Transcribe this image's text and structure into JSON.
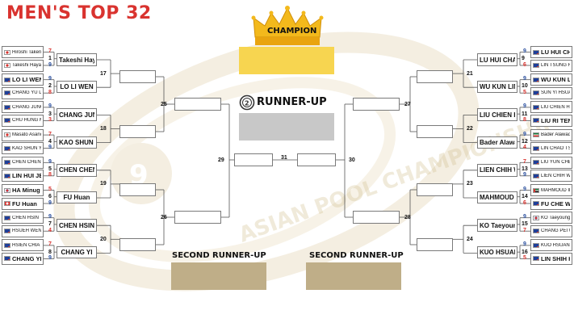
{
  "title": "MEN'S TOP 32",
  "labels": {
    "champion": "CHAMPION",
    "runner_up": "RUNNER-UP",
    "second_runner_up_left": "SECOND RUNNER-UP",
    "second_runner_up_right": "SECOND RUNNER-UP",
    "runner_up_medal": "2"
  },
  "watermark": "ASIAN POOL CHAMPIONSHIP",
  "colors": {
    "title_red": "#d9332f",
    "champion_gold": "#f7d550",
    "runner_up_silver": "#c8c8c8",
    "second_bronze": "#bfae88",
    "score_red": "#d9332f",
    "score_blue": "#2a4f9e"
  },
  "left_r32": [
    {
      "name": "Hiroshi Takenaka",
      "score": "7",
      "flag": "JP"
    },
    {
      "name": "Takeshi Hayashi",
      "score": "9",
      "flag": "JP"
    },
    {
      "name": "LO LI WEN",
      "score": "9",
      "flag": "TW"
    },
    {
      "name": "CHANG YU LUNG",
      "score": "8",
      "flag": "TW"
    },
    {
      "name": "CHANG JUNG LING",
      "score": "9",
      "flag": "TW"
    },
    {
      "name": "CHU HUNG MING",
      "score": "3",
      "flag": "TW"
    },
    {
      "name": "Masato Asano",
      "score": "7",
      "flag": "JP"
    },
    {
      "name": "KAO SHUN YANG",
      "score": "9",
      "flag": "TW"
    },
    {
      "name": "CHEN CHEN WEI",
      "score": "9",
      "flag": "TW"
    },
    {
      "name": "LIN HUI JEN",
      "score": "8",
      "flag": "TW"
    },
    {
      "name": "HA Minug",
      "score": "5",
      "flag": "KR"
    },
    {
      "name": "FU Huan",
      "score": "9",
      "flag": "HK"
    },
    {
      "name": "CHEN HSIN TING",
      "score": "9",
      "flag": "TW"
    },
    {
      "name": "HSUEH WEN CHANG",
      "score": "4",
      "flag": "TW"
    },
    {
      "name": "HSIEN CHIA CHEN",
      "score": "7",
      "flag": "TW"
    },
    {
      "name": "CHANG YI",
      "score": "9",
      "flag": "TW"
    }
  ],
  "left_r16": [
    {
      "name": "Takeshi Hayashi"
    },
    {
      "name": "LO LI WEN"
    },
    {
      "name": "CHANG JUNG LING"
    },
    {
      "name": "KAO SHUN YANG"
    },
    {
      "name": "CHEN CHEN WEI"
    },
    {
      "name": "FU Huan"
    },
    {
      "name": "CHEN HSIN TING"
    },
    {
      "name": "CHANG YI"
    }
  ],
  "right_r32": [
    {
      "name": "LU HUI CHAN",
      "score": "9",
      "flag": "TW"
    },
    {
      "name": "LIN TSUNG HAN",
      "score": "6",
      "flag": "TW"
    },
    {
      "name": "WU KUN LIN",
      "score": "9",
      "flag": "TW"
    },
    {
      "name": "SUN YI HSUAN",
      "score": "5",
      "flag": "TW"
    },
    {
      "name": "LIU CHIEN HUNG",
      "score": "9",
      "flag": "TW"
    },
    {
      "name": "LIU RI TENG",
      "score": "8",
      "flag": "TW"
    },
    {
      "name": "Bader Alawadhi",
      "score": "9",
      "flag": "KW"
    },
    {
      "name": "LIN CHAO TSE",
      "score": "4",
      "flag": "TW"
    },
    {
      "name": "LIU YUN CHENG",
      "score": "7",
      "flag": "TW"
    },
    {
      "name": "LIEN CHIH WEI",
      "score": "9",
      "flag": "TW"
    },
    {
      "name": "MAHMOUD IBRAHIM CHARIF",
      "score": "9",
      "flag": "AE"
    },
    {
      "name": "FU CHE WEI",
      "score": "6",
      "flag": "TW"
    },
    {
      "name": "KO Taeyoung",
      "score": "9",
      "flag": "KR"
    },
    {
      "name": "CHANG PEI WEI",
      "score": "7",
      "flag": "TW"
    },
    {
      "name": "KUO HSUAN WEI",
      "score": "9",
      "flag": "TW"
    },
    {
      "name": "LIN SHIH KAI",
      "score": "5",
      "flag": "TW"
    }
  ],
  "right_r16": [
    {
      "name": "LU HUI CHAN"
    },
    {
      "name": "WU KUN LIN"
    },
    {
      "name": "LIU CHIEN HUNG"
    },
    {
      "name": "Bader Alawadhi"
    },
    {
      "name": "LIEN CHIH WEI"
    },
    {
      "name": "MAHMOUD IBRAHIM CHARIF"
    },
    {
      "name": "KO Taeyoung"
    },
    {
      "name": "KUO HSUAN WEI"
    }
  ],
  "match_numbers": {
    "left_r32": [
      "1",
      "2",
      "3",
      "4",
      "5",
      "6",
      "7",
      "8"
    ],
    "right_r32": [
      "9",
      "10",
      "11",
      "12",
      "13",
      "14",
      "15",
      "16"
    ],
    "left_r16": [
      "17",
      "18",
      "19",
      "20"
    ],
    "right_r16": [
      "21",
      "22",
      "23",
      "24"
    ],
    "left_qf": [
      "25",
      "26"
    ],
    "right_qf": [
      "27",
      "28"
    ],
    "semis": [
      "29",
      "30"
    ],
    "final": "31"
  }
}
